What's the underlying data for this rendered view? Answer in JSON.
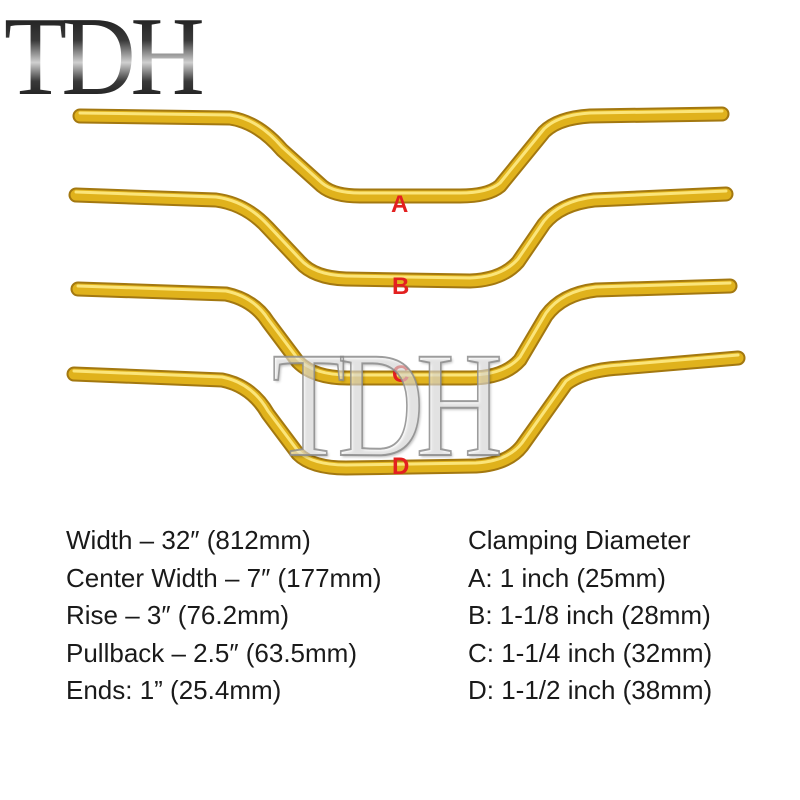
{
  "logo": "TDH",
  "watermark": "TDH",
  "colors": {
    "bar": "#e0b21c",
    "bar_highlight": "#fbe57a",
    "bar_shadow": "#a37810",
    "label": "#e32020"
  },
  "bars": [
    {
      "label": "A"
    },
    {
      "label": "B"
    },
    {
      "label": "C"
    },
    {
      "label": "D"
    }
  ],
  "specs": [
    "Width – 32″ (812mm)",
    "Center Width – 7″ (177mm)",
    "Rise – 3″ (76.2mm)",
    "Pullback – 2.5″ (63.5mm)",
    "Ends: 1” (25.4mm)"
  ],
  "clamping": {
    "title": "Clamping Diameter",
    "items": [
      "A: 1 inch (25mm)",
      "B: 1-1/8 inch (28mm)",
      "C: 1-1/4 inch (32mm)",
      "D: 1-1/2 inch (38mm)"
    ]
  }
}
